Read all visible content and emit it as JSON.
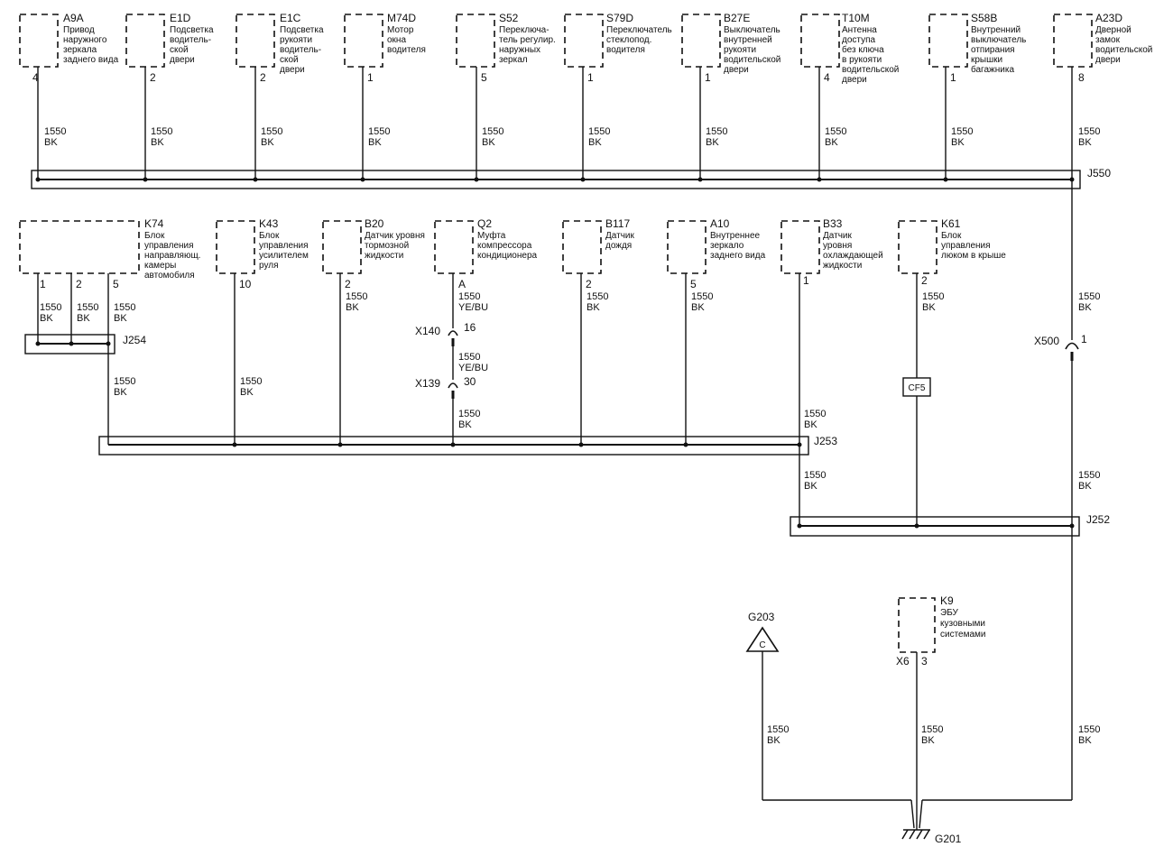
{
  "components_top": [
    {
      "id": "a9a",
      "code": "A9A",
      "lines": [
        "Привод",
        "наружного",
        "зеркала",
        "заднего вида"
      ],
      "pin": "4",
      "wire": [
        "1550",
        "BK"
      ]
    },
    {
      "id": "e1d",
      "code": "E1D",
      "lines": [
        "Подсветка",
        "водитель-",
        "ской",
        "двери"
      ],
      "pin": "2",
      "wire": [
        "1550",
        "BK"
      ]
    },
    {
      "id": "e1c",
      "code": "E1C",
      "lines": [
        "Подсветка",
        "рукояти",
        "водитель-",
        "ской",
        "двери"
      ],
      "pin": "2",
      "wire": [
        "1550",
        "BK"
      ]
    },
    {
      "id": "m74d",
      "code": "M74D",
      "lines": [
        "Мотор",
        "окна",
        "водителя"
      ],
      "pin": "1",
      "wire": [
        "1550",
        "BK"
      ]
    },
    {
      "id": "s52",
      "code": "S52",
      "lines": [
        "Переключа-",
        "тель регулир.",
        "наружных",
        "зеркал"
      ],
      "pin": "5",
      "wire": [
        "1550",
        "BK"
      ]
    },
    {
      "id": "s79d",
      "code": "S79D",
      "lines": [
        "Переключатель",
        "стеклопод.",
        "водителя"
      ],
      "pin": "1",
      "wire": [
        "1550",
        "BK"
      ]
    },
    {
      "id": "b27e",
      "code": "B27E",
      "lines": [
        "Выключатель",
        "внутренней",
        "рукояти",
        "водительской",
        "двери"
      ],
      "pin": "1",
      "wire": [
        "1550",
        "BK"
      ]
    },
    {
      "id": "t10m",
      "code": "T10M",
      "lines": [
        "Антенна",
        "доступа",
        "без ключа",
        "в рукояти",
        "водительской",
        "двери"
      ],
      "pin": "4",
      "wire": [
        "1550",
        "BK"
      ]
    },
    {
      "id": "s58b",
      "code": "S58B",
      "lines": [
        "Внутренний",
        "выключатель",
        "отпирания",
        "крышки",
        "багажника"
      ],
      "pin": "1",
      "wire": [
        "1550",
        "BK"
      ]
    },
    {
      "id": "a23d",
      "code": "A23D",
      "lines": [
        "Дверной",
        "замок",
        "водительской",
        "двери"
      ],
      "pin": "8",
      "wire": [
        "1550",
        "BK"
      ]
    }
  ],
  "components_mid": [
    {
      "id": "k74",
      "code": "K74",
      "lines": [
        "Блок",
        "управления",
        "направляющ.",
        "камеры",
        "автомобиля"
      ],
      "pins": [
        "1",
        "2",
        "5"
      ],
      "wire": [
        "1550",
        "BK"
      ]
    },
    {
      "id": "k43",
      "code": "K43",
      "lines": [
        "Блок",
        "управления",
        "усилителем",
        "руля"
      ],
      "pin": "10",
      "wire": [
        "1550",
        "BK"
      ]
    },
    {
      "id": "b20",
      "code": "B20",
      "lines": [
        "Датчик уровня",
        "тормозной",
        "жидкости"
      ],
      "pin": "2",
      "wire": [
        "1550",
        "BK"
      ]
    },
    {
      "id": "q2",
      "code": "Q2",
      "lines": [
        "Муфта",
        "компрессора",
        "кондиционера"
      ],
      "pin": "A",
      "wire": [
        "1550",
        "YE/BU"
      ]
    },
    {
      "id": "b117",
      "code": "B117",
      "lines": [
        "Датчик",
        "дождя"
      ],
      "pin": "2",
      "wire": [
        "1550",
        "BK"
      ]
    },
    {
      "id": "a10",
      "code": "A10",
      "lines": [
        "Внутреннее",
        "зеркало",
        "заднего вида"
      ],
      "pin": "5",
      "wire": [
        "1550",
        "BK"
      ]
    },
    {
      "id": "b33",
      "code": "B33",
      "lines": [
        "Датчик",
        "уровня",
        "охлаждающей",
        "жидкости"
      ],
      "pin": "1",
      "wire": [
        "1550",
        "BK"
      ]
    },
    {
      "id": "k61",
      "code": "K61",
      "lines": [
        "Блок",
        "управления",
        "люком в крыше"
      ],
      "pin": "2",
      "wire": [
        "1550",
        "BK"
      ]
    }
  ],
  "k9": {
    "code": "K9",
    "lines": [
      "ЭБУ",
      "кузовными",
      "системами"
    ],
    "connector": "X6",
    "pin": "3"
  },
  "splices": {
    "j550": "J550",
    "j254": "J254",
    "j253": "J253",
    "j252": "J252"
  },
  "connectors": {
    "x140": {
      "name": "X140",
      "pin": "16"
    },
    "x139": {
      "name": "X139",
      "pin": "30"
    },
    "x500": {
      "name": "X500",
      "pin": "1"
    }
  },
  "q2_mid_wire": [
    "1550",
    "YE/BU"
  ],
  "q2_low_wire": [
    "1550",
    "BK"
  ],
  "wire_generic": [
    "1550",
    "BK"
  ],
  "cf5": "CF5",
  "g203": {
    "name": "G203",
    "symbol": "C"
  },
  "g201": "G201"
}
